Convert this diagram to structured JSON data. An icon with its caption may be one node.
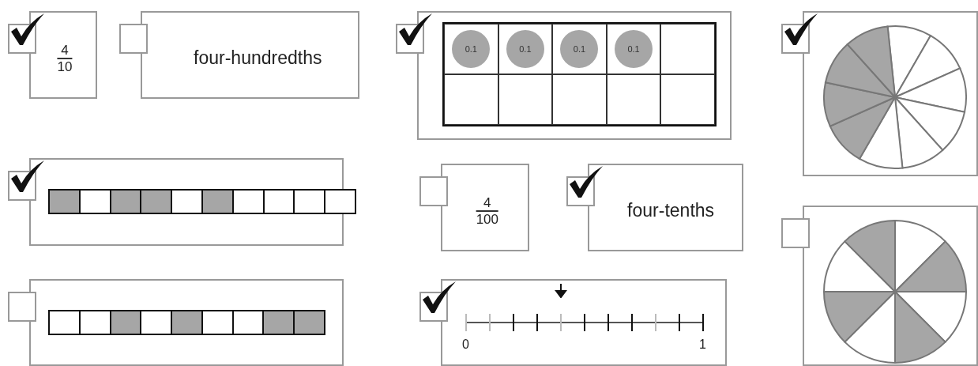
{
  "diagram": {
    "nodes": [
      {
        "text": [
          "4",
          "10"
        ]
      },
      {
        "text": [
          "four-hundredths"
        ]
      },
      {
        "text": [
          "0.1",
          "0.1",
          "0.1",
          "0.1"
        ]
      },
      {
        "text": [],
        "shape": "box"
      },
      {
        "text": [],
        "shape": "box"
      },
      {
        "text": [
          "4",
          "100"
        ]
      },
      {
        "text": [
          "four-tenths"
        ]
      },
      {
        "text": [],
        "shape": "box"
      },
      {
        "text": [],
        "shape": "box"
      },
      {
        "text": [
          "0",
          "1"
        ]
      }
    ]
  }
}
